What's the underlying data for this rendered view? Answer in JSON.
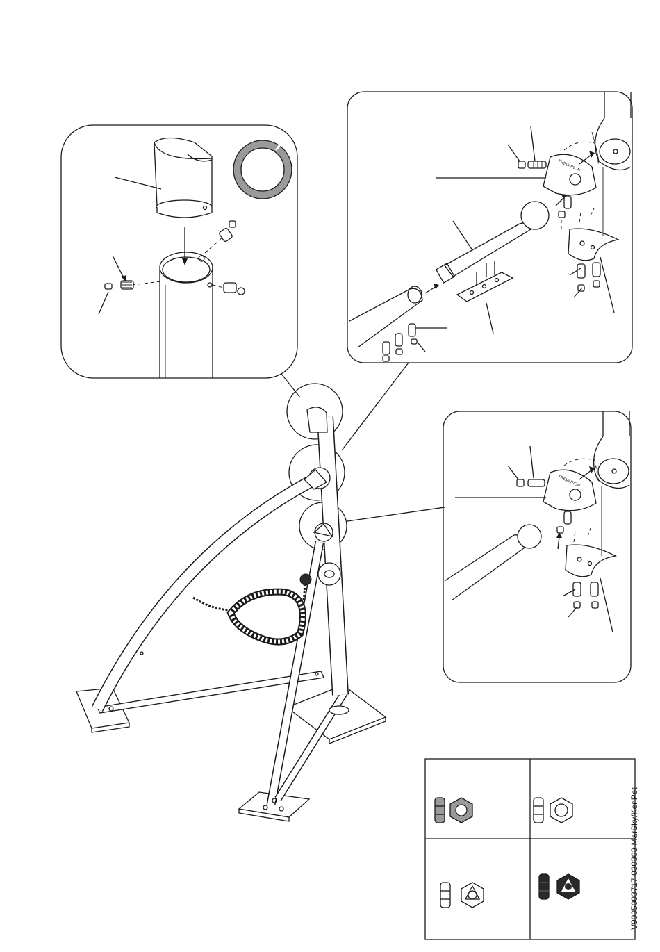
{
  "document": {
    "reference_code": "V9005003717  030303  MarSky/KenPet",
    "brand_mark": "TREVARION"
  },
  "colors": {
    "ink": "#1a1a1a",
    "gray_fill": "#9a9a9a",
    "dark_fill": "#2a2a2a",
    "paper": "#ffffff"
  },
  "legend": {
    "cells": [
      {
        "name": "plain-nut-gray",
        "icon": "hex-nut-gray"
      },
      {
        "name": "plain-nut-white",
        "icon": "hex-nut-white"
      },
      {
        "name": "lock-nut-white",
        "icon": "lock-nut-white"
      },
      {
        "name": "lock-nut-black",
        "icon": "lock-nut-black"
      }
    ]
  }
}
